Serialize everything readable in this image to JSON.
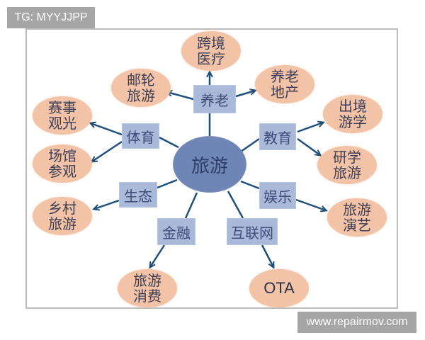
{
  "watermarks": {
    "top_left": "TG: MYYJJPP",
    "bottom_right": "www.repairmov.com"
  },
  "colors": {
    "center_fill": "#6f85b5",
    "category_fill": "#a9b9da",
    "leaf_fill": "#f2c3a6",
    "arrow_color": "#1f4e79",
    "frame_border": "#bcbcbc"
  },
  "diagram": {
    "center": {
      "label": "旅游"
    },
    "categories": [
      {
        "id": "yanglao",
        "label": "养老",
        "children": [
          "跨境医疗",
          "邮轮旅游",
          "养老地产"
        ]
      },
      {
        "id": "tiyu",
        "label": "体育",
        "children": [
          "赛事观光",
          "场馆参观"
        ]
      },
      {
        "id": "shengtai",
        "label": "生态",
        "children": [
          "乡村旅游"
        ]
      },
      {
        "id": "jinrong",
        "label": "金融",
        "children": [
          "旅游消费"
        ]
      },
      {
        "id": "hulianwang",
        "label": "互联网",
        "children": [
          "OTA"
        ]
      },
      {
        "id": "jiaoyu",
        "label": "教育",
        "children": [
          "出境游学",
          "研学旅游"
        ]
      },
      {
        "id": "yule",
        "label": "娱乐",
        "children": [
          "旅游演艺"
        ]
      }
    ],
    "leaves": {
      "kuajing_yiliao": "跨境医疗",
      "youlun_lvyou": "邮轮旅游",
      "yanglao_dichan": "养老地产",
      "saishi_guanguang": "赛事观光",
      "changguan_canguan": "场馆参观",
      "xiangcun_lvyou": "乡村旅游",
      "lvyou_xiaofei": "旅游消费",
      "ota": "OTA",
      "chujing_youxue": "出境游学",
      "yanxue_lvyou": "研学旅游",
      "lvyou_yanyi": "旅游演艺"
    }
  }
}
